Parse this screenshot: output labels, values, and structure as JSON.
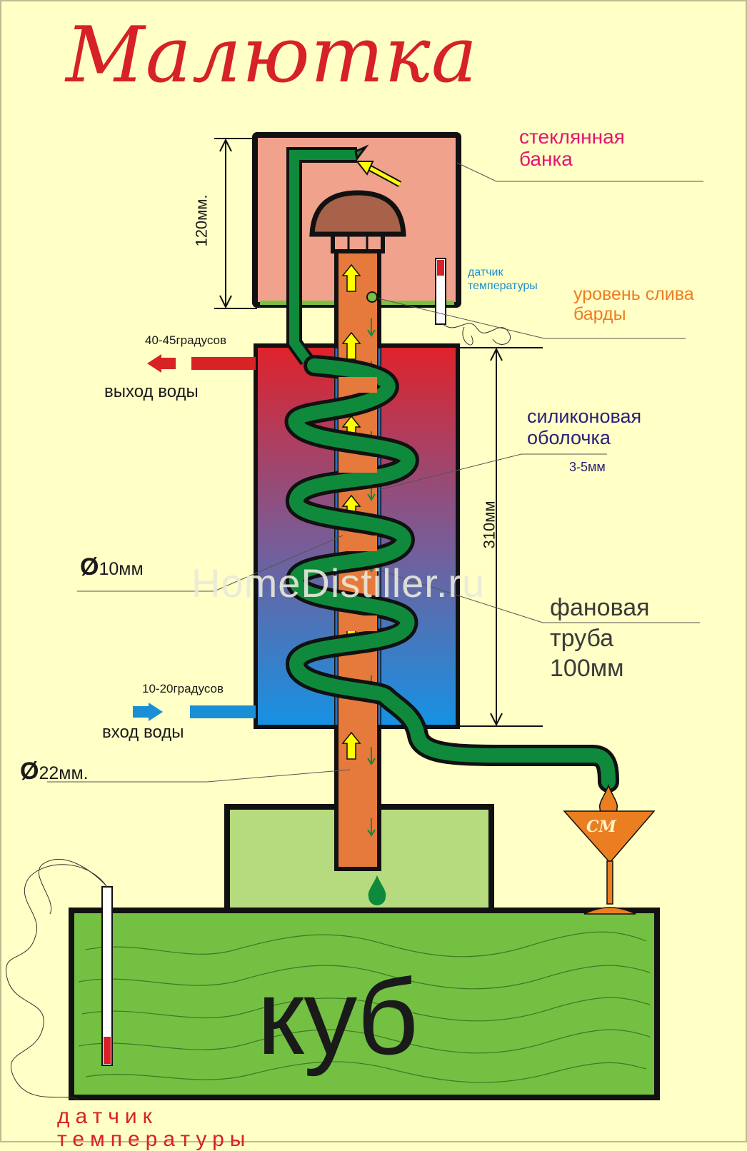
{
  "title": "Малютка",
  "labels": {
    "jar": "стеклянная\nбанка",
    "dim_jar": "120мм.",
    "sensor_top": "датчик\nтемпературы",
    "drain_level": "уровень слива\nбарды",
    "temp_out": "40-45градусов",
    "water_out": "выход воды",
    "silicone_shell": "силиконовая\nоболочка",
    "silicone_size": "3-5мм",
    "dim_cooler": "310мм",
    "coil_diameter_symbol": "Ø",
    "coil_diameter": "10мм",
    "fan_pipe": "фановая\nтруба\n100мм",
    "temp_in": "10-20градусов",
    "water_in": "вход воды",
    "tube_diameter_symbol": "Ø",
    "tube_diameter": "22мм.",
    "cube": "куб",
    "sensor_bottom": "датчик\nтемпературы",
    "watermark": "HomeDistiller.ru",
    "glass_logo": "СМ"
  },
  "colors": {
    "background": "#ffffc6",
    "jar_fill": "#f0a28c",
    "coil": "#0f8a3c",
    "tube": "#e57a3c",
    "arrow_up": "#ffff00",
    "hot_water": "#d72323",
    "cold_water": "#1a8fd6",
    "cube_fill": "#74c043",
    "cube_top_fill": "#b5db7e",
    "glass": "#ea7e20",
    "title": "#d62128"
  }
}
